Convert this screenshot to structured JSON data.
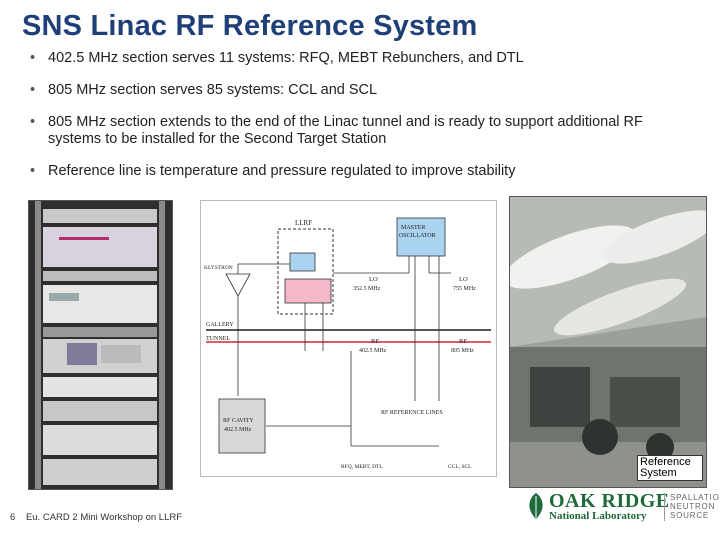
{
  "slide": {
    "title": "SNS Linac RF Reference System",
    "bullets": [
      "402.5 MHz section serves 11 systems: RFQ, MEBT Rebunchers, and DTL",
      "805 MHz section serves 85 systems: CCL and SCL",
      "805 MHz section extends to the end of the Linac tunnel and is ready to support additional RF systems to be installed for the Second Target Station",
      "Reference line is temperature and pressure regulated to improve stability"
    ]
  },
  "diagram": {
    "llrf": "LLRF",
    "master_oscillator_line1": "MASTER",
    "master_oscillator_line2": "OSCILLATOR",
    "klystron": "KLYSTRON",
    "lo_left_line1": "LO",
    "lo_left_line2": "352.5 MHz",
    "lo_right_line1": "LO",
    "lo_right_line2": "755 MHz",
    "gallery": "GALLERY",
    "tunnel": "TUNNEL",
    "rf_left_line1": "RF",
    "rf_left_line2": "402.5 MHz",
    "rf_right_line1": "RF",
    "rf_right_line2": "805 MHz",
    "rf_cavity_line1": "RF CAVITY",
    "rf_cavity_line2": "402.5 MHz",
    "rf_reference_lines": "RF REFERENCE LINES",
    "bottom_left": "RFQ, MEBT, DTL",
    "bottom_right": "CCL, SCL",
    "colors": {
      "mo_box": "#a9d3f0",
      "pink_box": "#f4b8c8",
      "cavity_box": "#d8d8d8",
      "tunnel_line": "#e05a6a",
      "gallery_line": "#555555"
    }
  },
  "photo": {
    "ref_label": "Reference System"
  },
  "footer": {
    "page": "6",
    "text": "Eu. CARD 2 Mini Workshop on LLRF"
  },
  "logo": {
    "name1": "OAK RIDGE",
    "name2": "National Laboratory",
    "sns1": "SPALLATION",
    "sns2": "NEUTRON",
    "sns3": "SOURCE"
  }
}
